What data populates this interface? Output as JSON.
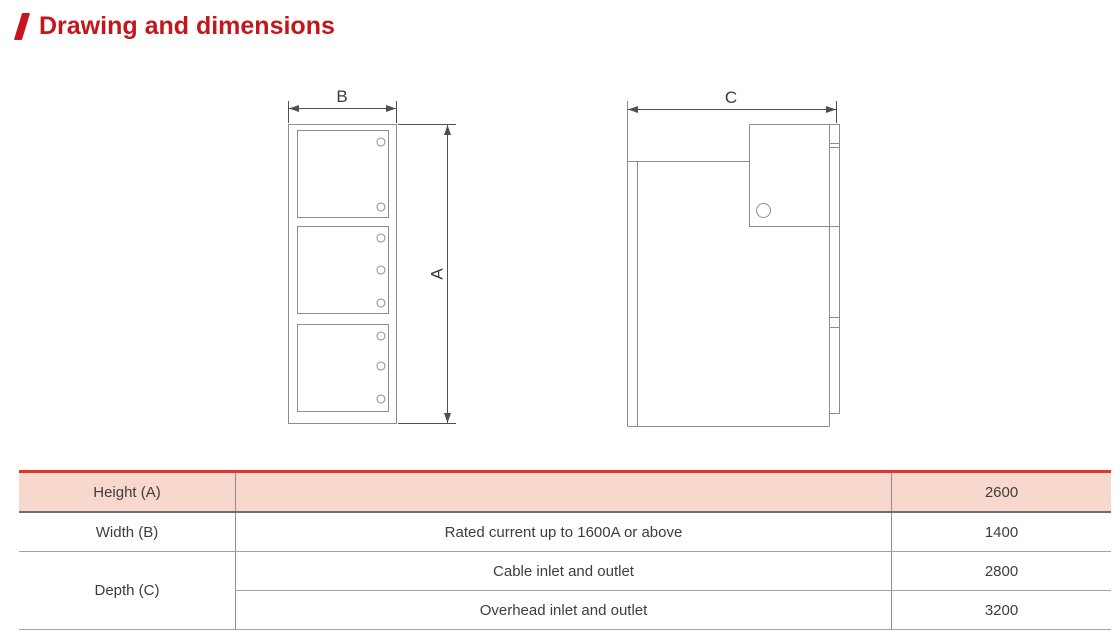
{
  "page": {
    "title": "Drawing and dimensions"
  },
  "drawings": {
    "front_view": {
      "width_label": "B",
      "height_label": "A"
    },
    "side_view": {
      "depth_label": "C"
    }
  },
  "table": {
    "rows": [
      {
        "dimension": "Height (A)",
        "condition": "",
        "value": "2600"
      },
      {
        "dimension": "Width (B)",
        "condition": "Rated current up to 1600A or above",
        "value": "1400"
      },
      {
        "dimension": "Depth (C)",
        "condition": "Cable inlet and outlet",
        "value": "2800"
      },
      {
        "condition": "Overhead inlet and outlet",
        "value": "3200"
      }
    ]
  },
  "colors": {
    "accent_red": "#c4161c",
    "table_top_border": "#dd382d",
    "header_row_pink": "#f8d8cd",
    "drawing_line_gray": "#8d8d8d",
    "text_gray": "#3d3d3d"
  }
}
